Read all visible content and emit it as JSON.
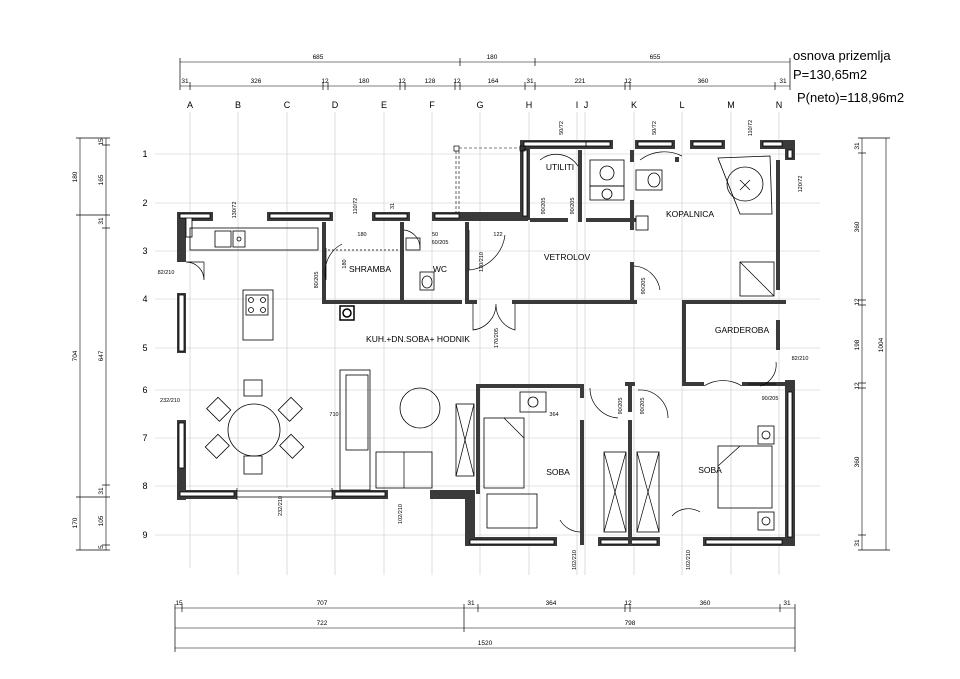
{
  "title": {
    "line1": "osnova prizemlja",
    "line2": "P=130,65m2",
    "line3": "P(neto)=118,96m2"
  },
  "grid": {
    "columns": [
      "A",
      "B",
      "C",
      "D",
      "E",
      "F",
      "G",
      "H",
      "I",
      "J",
      "K",
      "L",
      "M",
      "N"
    ],
    "rows": [
      "1",
      "2",
      "3",
      "4",
      "5",
      "6",
      "7",
      "8",
      "9"
    ]
  },
  "dims": {
    "top_overall": [
      "685",
      "180",
      "655"
    ],
    "top_detail": [
      "31",
      "326",
      "12",
      "180",
      "12",
      "128",
      "12",
      "164",
      "31",
      "221",
      "12",
      "360",
      "31"
    ],
    "bottom_detail": [
      "15",
      "707",
      "31",
      "364",
      "12",
      "360",
      "31"
    ],
    "bottom_mid": [
      "722",
      "798"
    ],
    "bottom_total": "1520",
    "left_detail": [
      "15",
      "165",
      "31",
      "647",
      "31",
      "105",
      "5"
    ],
    "left_overall": [
      "180",
      "704",
      "170"
    ],
    "right_detail": [
      "31",
      "360",
      "12",
      "198",
      "12",
      "360",
      "31"
    ],
    "right_total": "1004"
  },
  "rooms": {
    "utiliti": "UTILITI",
    "kopalnica": "KOPALNICA",
    "shramba": "SHRAMBA",
    "wc": "WC",
    "vetrolov": "VETROLOV",
    "garderoba": "GARDEROBA",
    "kuh": "KUH.+DN.SOBA+ HODNIK",
    "soba1": "SOBA",
    "soba2": "SOBA"
  },
  "labels": {
    "shramba_w": "180",
    "shramba_h": "180",
    "vet_w": "122",
    "soba_w": "364",
    "liv_w": "710",
    "d_wc": "60/205",
    "d_vet": "120/210",
    "d_sh": "80/205",
    "d_ut": "90/205",
    "d_kop": "90/205",
    "d_ent": "170/205",
    "d_gar": "90/205",
    "d_s1": "90/205",
    "d_s2": "90/205",
    "d_s3": "90/205",
    "w_liv": "82/210",
    "w_gar": "82/210",
    "w_din": "232/210",
    "w_liv_b": "232/210",
    "w_b1": "102/210",
    "w_b2": "102/210",
    "w_b3": "102/210",
    "w_top1": "50/72",
    "w_top2": "50/72",
    "w_top3": "110/72",
    "w_top4": "120/72",
    "w_kit": "130/72",
    "w_small": "110/72",
    "w_sh": "31",
    "w_sh2": "50"
  }
}
